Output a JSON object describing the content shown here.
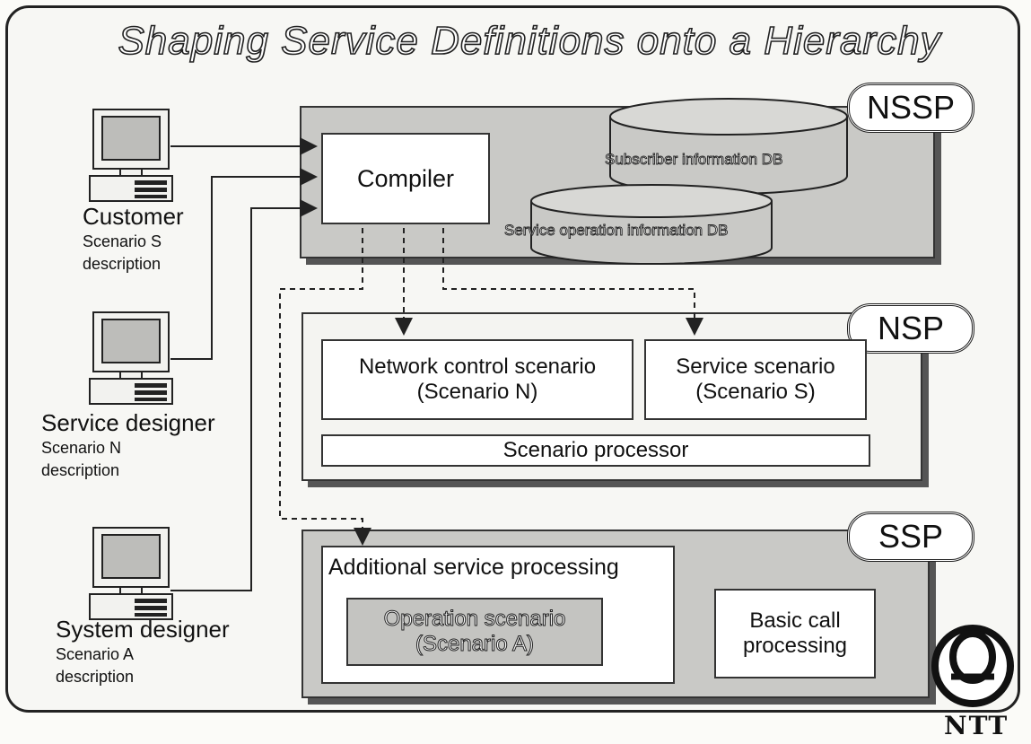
{
  "title": "Shaping Service Definitions onto a Hierarchy",
  "layers": {
    "nssp": {
      "label": "NSSP",
      "compiler": "Compiler",
      "subscriber_db": "Subscriber information DB",
      "service_db": "Service operation information DB"
    },
    "nsp": {
      "label": "NSP",
      "network_control": "Network control scenario",
      "network_control_sub": "(Scenario N)",
      "service_scenario": "Service scenario",
      "service_scenario_sub": "(Scenario S)",
      "processor": "Scenario processor"
    },
    "ssp": {
      "label": "SSP",
      "additional": "Additional service processing",
      "operation": "Operation scenario",
      "operation_sub": "(Scenario A)",
      "basic_line1": "Basic call",
      "basic_line2": "processing"
    }
  },
  "actors": [
    {
      "name": "Customer",
      "scenario": "Scenario S",
      "desc": "description"
    },
    {
      "name": "Service designer",
      "scenario": "Scenario N",
      "desc": "description"
    },
    {
      "name": "System designer",
      "scenario": "Scenario A",
      "desc": "description"
    }
  ],
  "logo": {
    "text": "NTT"
  }
}
